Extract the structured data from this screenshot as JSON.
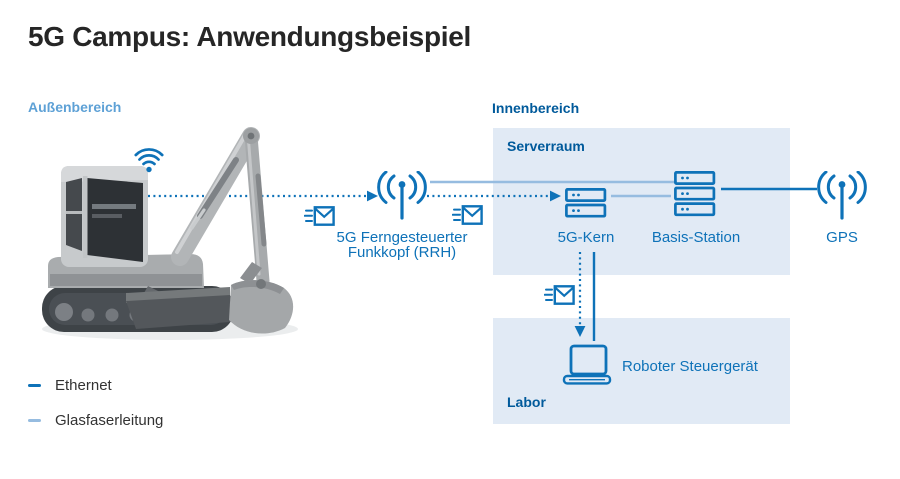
{
  "title": "5G Campus: Anwendungsbeispiel",
  "regions": {
    "outdoor": {
      "label": "Außenbereich"
    },
    "indoor": {
      "label": "Innenbereich"
    }
  },
  "rooms": {
    "server_room": {
      "label": "Serverraum"
    },
    "lab": {
      "label": "Labor"
    }
  },
  "nodes": {
    "excavator": {
      "icon": "excavator-illustration",
      "status_icon": "wifi-icon"
    },
    "rrh": {
      "label_line1": "5G Ferngesteuerter",
      "label_line2": "Funkkopf (RRH)",
      "icon": "radio-antenna-icon"
    },
    "core": {
      "label": "5G-Kern",
      "icon": "server-rack-icon",
      "units": 2
    },
    "base_station": {
      "label": "Basis-Station",
      "icon": "server-rack-icon",
      "units": 3
    },
    "gps": {
      "label": "GPS",
      "icon": "radio-antenna-icon"
    },
    "robot_controller": {
      "label": "Roboter Steuergerät",
      "icon": "laptop-icon"
    }
  },
  "connections": [
    {
      "from": "rrh",
      "to": "base_station",
      "type": "Glasfaserleitung"
    },
    {
      "from": "core",
      "to": "base_station",
      "type": "Glasfaserleitung"
    },
    {
      "from": "base_station",
      "to": "gps",
      "type": "Ethernet"
    },
    {
      "from": "core",
      "to": "robot_controller",
      "type": "Ethernet"
    },
    {
      "from": "excavator",
      "to": "rrh",
      "type": "Funk (gestrichelt)"
    },
    {
      "from": "rrh",
      "to": "core",
      "type": "Funk (gestrichelt)"
    },
    {
      "from": "core",
      "to": "robot_controller",
      "type": "Funk (gestrichelt)"
    }
  ],
  "legend": {
    "items": [
      {
        "label": "Ethernet",
        "color": "#0E72B8"
      },
      {
        "label": "Glasfaserleitung",
        "color": "#96BCE0"
      }
    ]
  },
  "icons": {
    "wifi": "wifi-icon",
    "antenna": "radio-antenna-icon",
    "mail": "speed-mail-icon",
    "server": "server-rack-icon",
    "laptop": "laptop-icon"
  },
  "colors": {
    "primary_blue": "#0E72B8",
    "dark_blue": "#005A9B",
    "light_blue_line": "#96BCE0",
    "outdoor_label_blue": "#5EA1D6",
    "room_fill": "#E1EAF5",
    "title_text": "#262626"
  }
}
